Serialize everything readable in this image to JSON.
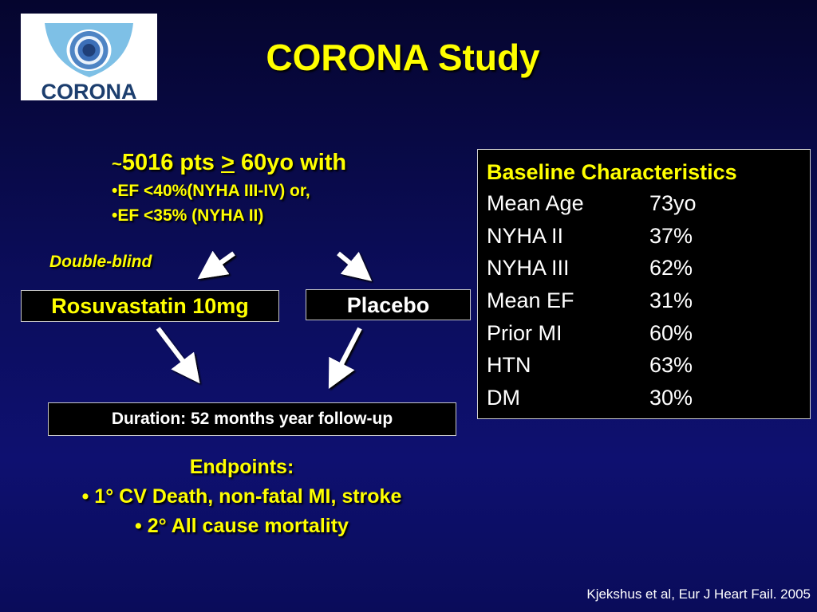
{
  "logo": {
    "text": "CORONA"
  },
  "title": "CORONA Study",
  "criteria": {
    "tilde": "~",
    "main_before": "5016 pts ",
    "ge": ">",
    "main_after": " 60yo with",
    "bullets": [
      "•EF <40%(NYHA III-IV) or,",
      "•EF <35% (NYHA II)"
    ]
  },
  "double_blind": "Double-blind",
  "arms": {
    "drug": "Rosuvastatin 10mg",
    "placebo": "Placebo"
  },
  "duration": "Duration: 52 months year follow-up",
  "baseline": {
    "heading": "Baseline Characteristics",
    "rows": [
      {
        "label": "Mean Age",
        "value": "73yo"
      },
      {
        "label": "NYHA II",
        "value": "37%"
      },
      {
        "label": "NYHA III",
        "value": "62%"
      },
      {
        "label": "Mean EF",
        "value": "31%"
      },
      {
        "label": "Prior MI",
        "value": "60%"
      },
      {
        "label": "HTN",
        "value": "63%"
      },
      {
        "label": "DM",
        "value": "30%"
      }
    ]
  },
  "endpoints": {
    "heading": "Endpoints:",
    "items": [
      "• 1°  CV Death, non-fatal MI, stroke",
      "• 2° All cause mortality"
    ]
  },
  "citation": "Kjekshus et al, Eur J Heart Fail. 2005",
  "colors": {
    "accent": "#ffff00",
    "background": "#0b0d5a",
    "logo_blue": "#1c3e6e"
  }
}
